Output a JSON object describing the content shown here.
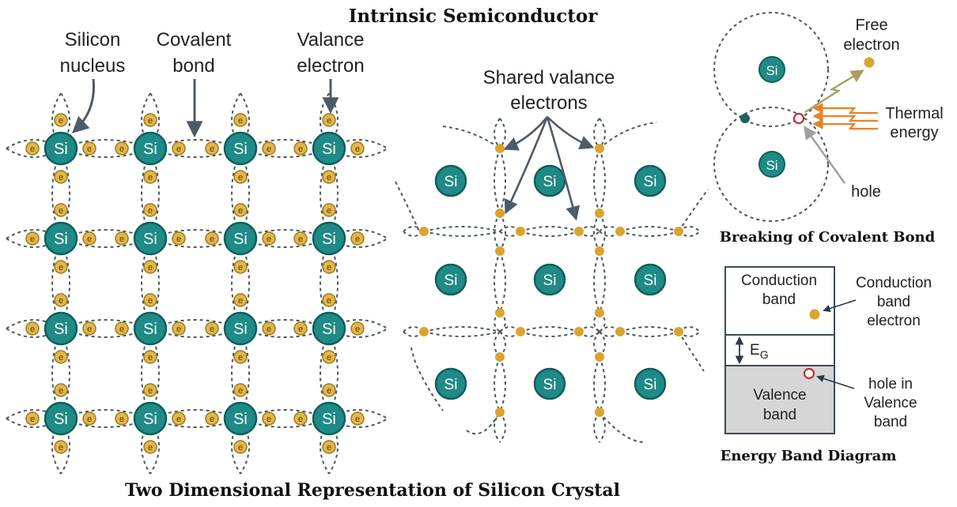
{
  "title": "Intrinsic Semiconductor",
  "bottom_caption": "Two Dimensional Representation of Silicon Crystal",
  "atom_symbol": "Si",
  "electron_symbol": "e",
  "lattice_labels": {
    "nucleus_line1": "Silicon",
    "nucleus_line2": "nucleus",
    "bond_line1": "Covalent",
    "bond_line2": "bond",
    "valence_line1": "Valance",
    "valence_line2": "electron"
  },
  "shared": {
    "line1": "Shared valance",
    "line2": "electrons"
  },
  "breaking": {
    "caption": "Breaking of Covalent Bond",
    "free_line1": "Free",
    "free_line2": "electron",
    "thermal_line1": "Thermal",
    "thermal_line2": "energy",
    "hole": "hole"
  },
  "band": {
    "caption": "Energy Band Diagram",
    "conduction_line1": "Conduction",
    "conduction_line2": "band",
    "valence_line1": "Valence",
    "valence_line2": "band",
    "gap_main": "E",
    "gap_sub": "G",
    "cb_electron_line1": "Conduction",
    "cb_electron_line2": "band",
    "cb_electron_line3": "electron",
    "hole_line1": "hole in",
    "hole_line2": "Valence",
    "hole_line3": "band"
  },
  "colors": {
    "atom_fill": "#1f8a86",
    "atom_stroke": "#0f5f5c",
    "electron_fill": "#e3b64a",
    "electron_stroke": "#9c7a22",
    "electron_dot": "#d9a530",
    "bond_dash": "#4a5a5a",
    "arrow_gray": "#4f5b66",
    "thermal_orange": "#e8822a",
    "hole_red": "#c0303a",
    "valence_fill": "#d6d6d6"
  }
}
